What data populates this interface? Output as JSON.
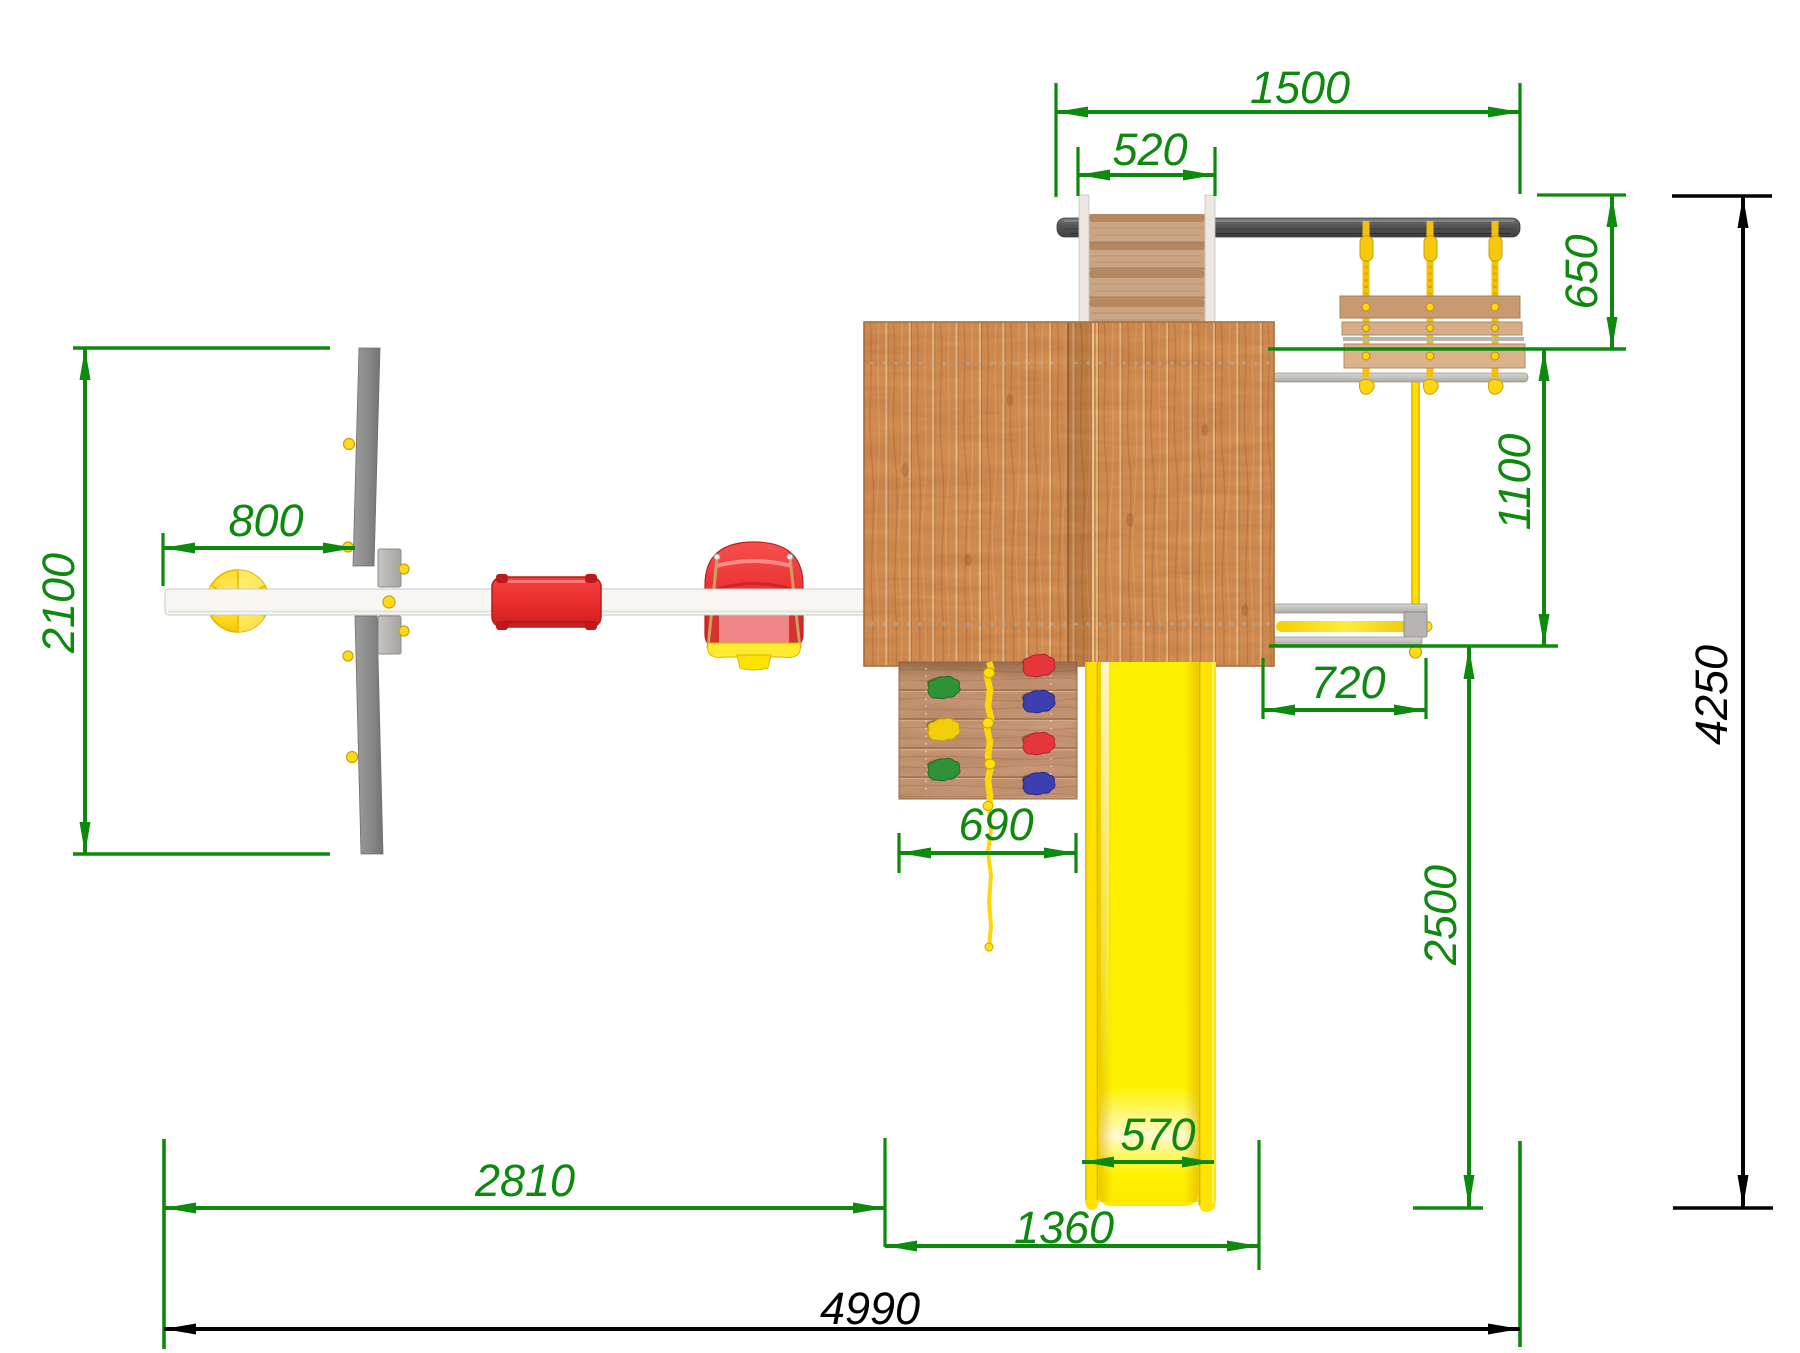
{
  "drawing": {
    "type": "technical-dimension-drawing",
    "view": "top view",
    "subject": "wooden playground set with tower, slide, swings, climbing wall and rope ladder",
    "units": "mm"
  },
  "colors": {
    "dimension_green": "#0d890d",
    "dimension_black": "#000000",
    "platform_wood": "#d18d55",
    "light_wood": "#c6a183",
    "wall_wood": "#c49270",
    "beam_dark_gray": "#4f4f4f",
    "rail_gray": "#c2c1bd",
    "beam_white": "#f7f6f2",
    "leg_gray": "#8f8f8f",
    "slide_yellow": "#fff200",
    "rope_yellow": "#f2c10a",
    "seat_red": "#ee3030",
    "hold_green": "#2f9238",
    "hold_yellow": "#f2cd0c",
    "hold_red": "#e7353c",
    "hold_blue": "#3c3fb0"
  },
  "dims": {
    "d1500": {
      "value": "1500",
      "orientation": "horizontal",
      "color": "green"
    },
    "d520": {
      "value": "520",
      "orientation": "horizontal",
      "color": "green"
    },
    "d650": {
      "value": "650",
      "orientation": "vertical",
      "color": "green"
    },
    "d1100": {
      "value": "1100",
      "orientation": "vertical",
      "color": "green"
    },
    "d2100": {
      "value": "2100",
      "orientation": "vertical",
      "color": "green"
    },
    "d800": {
      "value": "800",
      "orientation": "horizontal",
      "color": "green"
    },
    "d720": {
      "value": "720",
      "orientation": "horizontal",
      "color": "green"
    },
    "d690": {
      "value": "690",
      "orientation": "horizontal",
      "color": "green"
    },
    "d2500": {
      "value": "2500",
      "orientation": "vertical",
      "color": "green"
    },
    "d570": {
      "value": "570",
      "orientation": "horizontal",
      "color": "green"
    },
    "d2810": {
      "value": "2810",
      "orientation": "horizontal",
      "color": "green"
    },
    "d1360": {
      "value": "1360",
      "orientation": "horizontal",
      "color": "green"
    },
    "d4990": {
      "value": "4990",
      "orientation": "horizontal",
      "color": "black"
    },
    "d4250": {
      "value": "4250",
      "orientation": "vertical",
      "color": "black"
    }
  }
}
